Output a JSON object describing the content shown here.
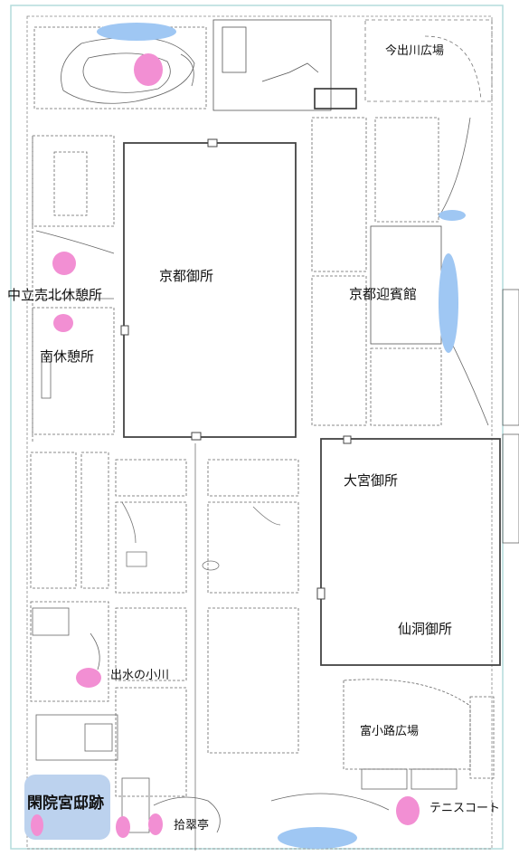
{
  "map": {
    "labels": {
      "imadegawa": "今出川広場",
      "gosho": "京都御所",
      "geihinkan": "京都迎賓館",
      "nakadachiuri": "中立売北休憩所",
      "minami_kyukei": "南休憩所",
      "omiya": "大宮御所",
      "sento": "仙洞御所",
      "demizu": "出水の小川",
      "tominokoji": "富小路広場",
      "kaninnomiya": "閑院宮邸跡",
      "shusuitei": "拾翠亭",
      "tennis": "テニスコート"
    },
    "colors": {
      "water": "#9fc7f3",
      "highlight": "#f28fd3",
      "kaninnomiya_area": "#bcd2ee",
      "boundary": "#b3dcdc",
      "linework": "#5a5a5a"
    }
  }
}
